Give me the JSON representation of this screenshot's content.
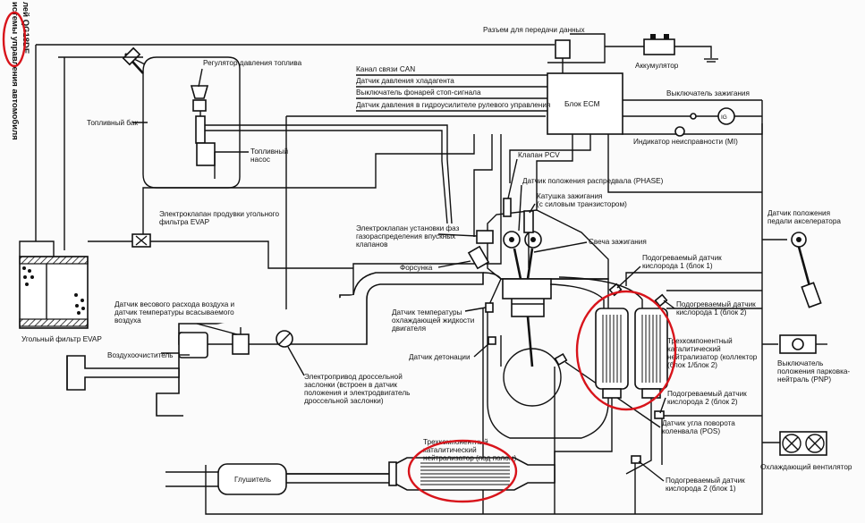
{
  "side_title": {
    "line1": "истемы управления автомобиля",
    "line2_prefix": "лей ",
    "line2_model": "QG18DE"
  },
  "labels": {
    "data_connector": "Разъем для передачи данных",
    "battery": "Аккумулятор",
    "can": "Канал связи CAN",
    "refrigerant": "Датчик давления хладагента",
    "brake_switch": "Выключатель фонарей стоп-сигнала",
    "ps_sensor": "Датчик давления в гидроусилителе рулевого управления",
    "ecm": "Блок ECM",
    "ignition_switch": "Выключатель зажигания",
    "mil": "Индикатор неисправности (MI)",
    "ig_symbol": "IG",
    "fuel_reg": "Регулятор давления топлива",
    "fuel_tank": "Топливный бак",
    "fuel_pump_1": "Топливный",
    "fuel_pump_2": "насос",
    "pcv": "Клапан PCV",
    "cam_sensor": "Датчик положения распредвала (PHASE)",
    "coil_1": "Катушка зажигания",
    "coil_2": "(с силовым транзистором)",
    "evap_valve_1": "Электроклапан продувки угольного",
    "evap_valve_2": "фильтра EVAP",
    "ivt_1": "Электроклапан установки фаз",
    "ivt_2": "газораспределения впускных",
    "ivt_3": "клапанов",
    "spark_plug": "Свеча зажигания",
    "o2_b1_top_1": "Подогреваемый датчик",
    "o2_b1_top_2": "кислорода 1 (блок 1)",
    "injector": "Форсунка",
    "app_1": "Датчик положения",
    "app_2": "педали акселератора",
    "canister": "Угольный фильтр EVAP",
    "maf_1": "Датчик весового расхода воздуха и",
    "maf_2": "датчик температуры всасываемого",
    "maf_3": "воздуха",
    "ect_1": "Датчик температуры",
    "ect_2": "охлаждающей жидкости",
    "ect_3": "двигателя",
    "o2_b2_top_1": "Подогреваемый датчик",
    "o2_b2_top_2": "кислорода 1 (блок 2)",
    "air_cleaner": "Воздухоочиститель",
    "knock": "Датчик детонации",
    "twc_manifold_1": "Трехкомпонентный",
    "twc_manifold_2": "каталитический",
    "twc_manifold_3": "нейтрализатор (коллектор",
    "twc_manifold_4": "(блок 1/блок 2)",
    "pnp_1": "Выключатель",
    "pnp_2": "положения парковка-",
    "pnp_3": "нейтраль (PNP)",
    "throttle_1": "Электропривод дроссельной",
    "throttle_2": "заслонки (встроен в датчик",
    "throttle_3": "положения и электродвигатель",
    "throttle_4": "дроссельной заслонки)",
    "o2_b2_bottom_1": "Подогреваемый датчик",
    "o2_b2_bottom_2": "кислорода 2 (блок 2)",
    "crank_1": "Датчик угла поворота",
    "crank_2": "коленвала (POS)",
    "fan": "Охлаждающий вентилятор",
    "twc_floor_1": "Трехкомпонентный",
    "twc_floor_2": "каталитический",
    "twc_floor_3": "нейтрализатор (под полом)",
    "muffler": "Глушитель",
    "o2_b1_bottom_1": "Подогреваемый датчик",
    "o2_b1_bottom_2": "кислорода 2 (блок 1)"
  },
  "colors": {
    "annotation": "#d8141b",
    "ink": "#111111",
    "paper": "#fbfbfb"
  }
}
